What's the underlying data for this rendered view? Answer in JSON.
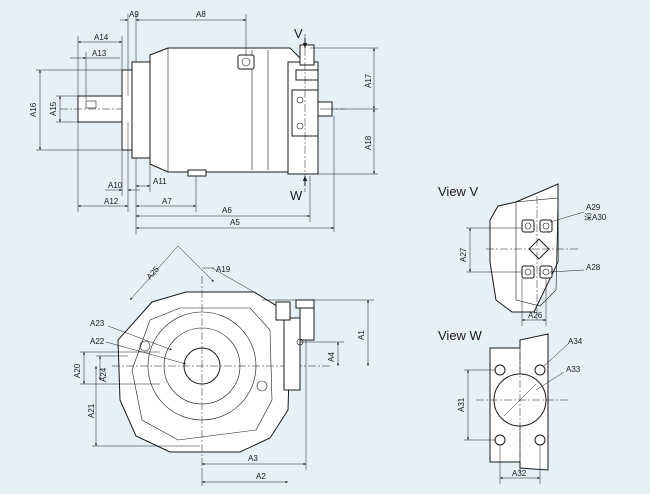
{
  "views": {
    "view_v_title": "View  V",
    "view_w_title": "View  W",
    "arrow_v": "V",
    "arrow_w": "W"
  },
  "dims": {
    "A1": "A1",
    "A2": "A2",
    "A3": "A3",
    "A4": "A4",
    "A5": "A5",
    "A6": "A6",
    "A7": "A7",
    "A8": "A8",
    "A9": "A9",
    "A10": "A10",
    "A11": "A11",
    "A12": "A12",
    "A13": "A13",
    "A14": "A14",
    "A15": "A15",
    "A16": "A16",
    "A17": "A17",
    "A18": "A18",
    "A19": "A19",
    "A20": "A20",
    "A21": "A21",
    "A22": "A22",
    "A23": "A23",
    "A24": "A24",
    "A25": "A25",
    "A26": "A26",
    "A27": "A27",
    "A28": "A28",
    "A29": "A29",
    "A31": "A31",
    "A32": "A32",
    "A33": "A33",
    "A34": "A34"
  },
  "notes": {
    "thread_note": "深A30"
  }
}
